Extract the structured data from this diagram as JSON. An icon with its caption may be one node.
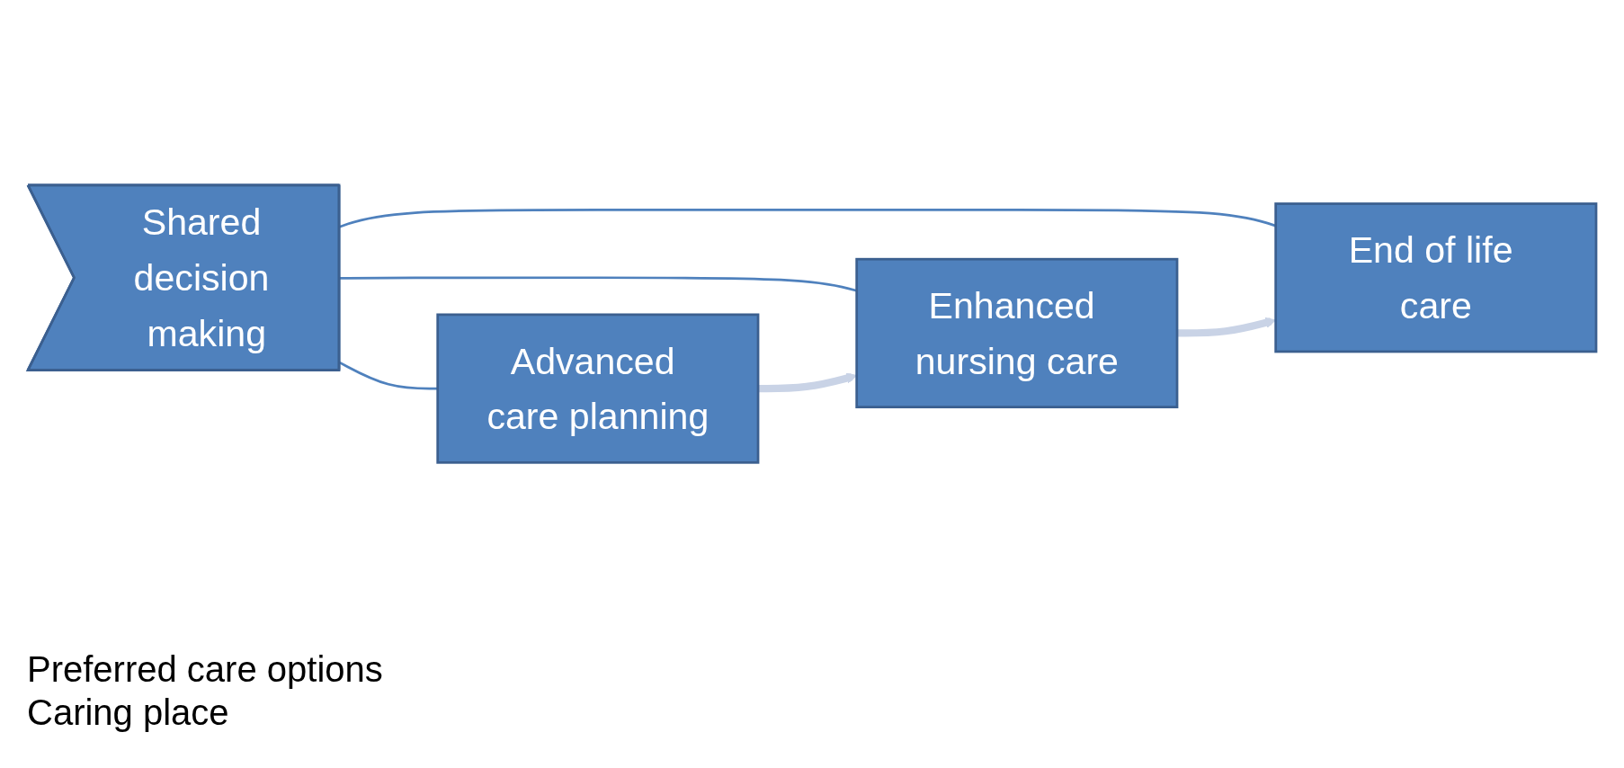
{
  "diagram": {
    "nodes": [
      {
        "text": [
          "Shared decision making"
        ]
      },
      {
        "text": [
          "Advanced care planning"
        ]
      },
      {
        "text": [
          "Enhanced nursing care"
        ]
      },
      {
        "text": [
          "End of life care"
        ]
      }
    ],
    "edges": [
      {
        "from": 0,
        "to": 1,
        "arrow": "none"
      },
      {
        "from": 0,
        "to": 2,
        "arrow": "none"
      },
      {
        "from": 0,
        "to": 3,
        "arrow": "none"
      },
      {
        "from": 1,
        "to": 2,
        "arrow": "to",
        "style": "thick",
        "color": "#c9d3e6"
      },
      {
        "from": 2,
        "to": 3,
        "arrow": "to",
        "style": "thick",
        "color": "#c9d3e6"
      }
    ],
    "labels": [
      "Preferred care options",
      "Caring place"
    ]
  }
}
